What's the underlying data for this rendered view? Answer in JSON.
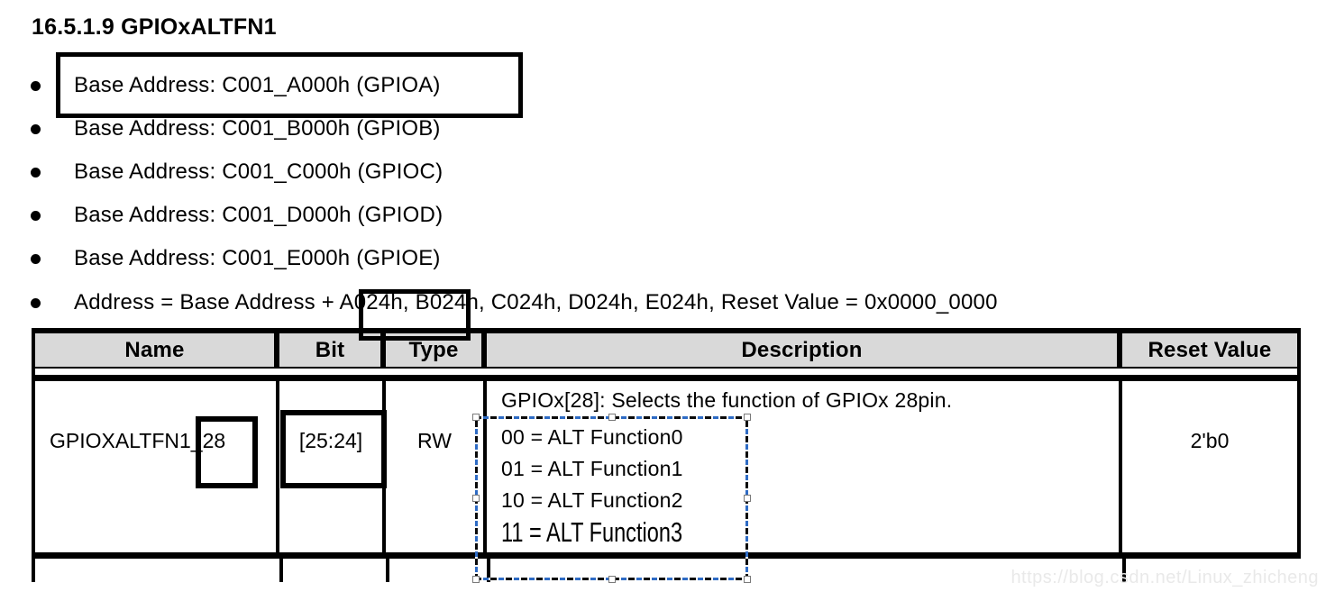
{
  "document": {
    "heading": "16.5.1.9 GPIOxALTFN1",
    "bullets": [
      "Base Address: C001_A000h (GPIOA)",
      "Base Address: C001_B000h (GPIOB)",
      "Base Address: C001_C000h (GPIOC)",
      "Base Address: C001_D000h (GPIOD)",
      "Base Address: C001_E000h (GPIOE)",
      "Address = Base Address + A024h, B024h, C024h, D024h, E024h, Reset Value = 0x0000_0000"
    ]
  },
  "register_table": {
    "headers": [
      "Name",
      "Bit",
      "Type",
      "Description",
      "Reset Value"
    ],
    "row": {
      "name": "GPIOXALTFN1_28",
      "bit": "[25:24]",
      "type": "RW",
      "description_intro": "GPIOx[28]: Selects the function of GPIOx 28pin.",
      "description_options": [
        "00 = ALT Function0",
        "01 = ALT Function1",
        "10 = ALT Function2",
        "11 = ALT Function3"
      ],
      "reset_value": "2'b0"
    }
  },
  "watermark": "https://blog.csdn.net/Linux_zhicheng",
  "colors": {
    "table_header_bg": "#d9d9d9",
    "annotation_box": "#000000",
    "selection_dash_blue": "#2e6bc4",
    "watermark_text": "#e9e9e9"
  }
}
